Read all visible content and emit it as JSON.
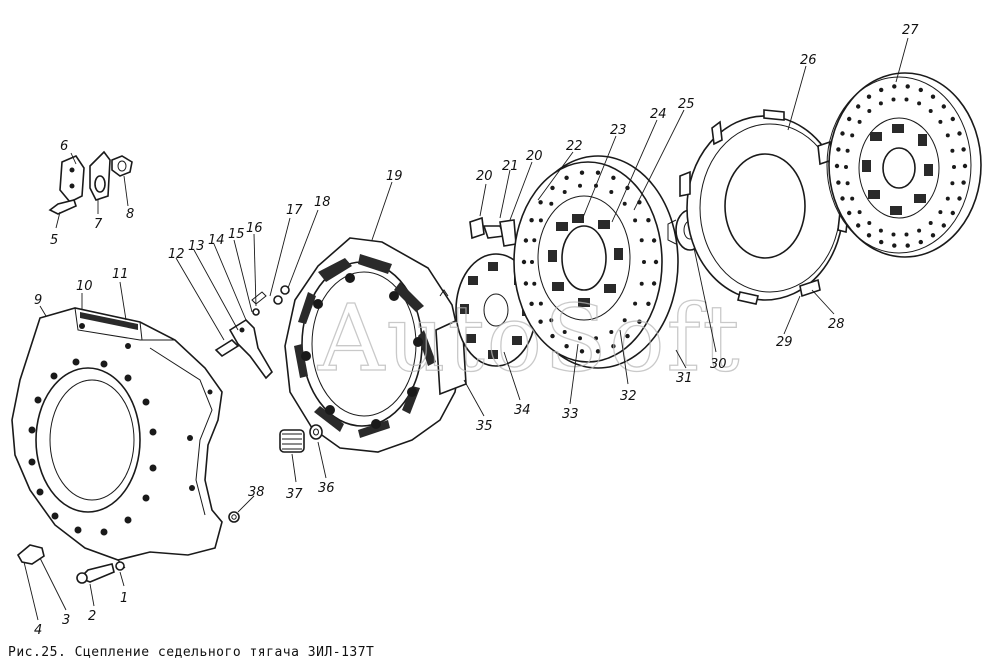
{
  "caption": "Рис.25. Сцепление седельного тягача ЗИЛ-137Т",
  "watermark": "AutoSoft",
  "labels": [
    "1",
    "2",
    "3",
    "4",
    "5",
    "6",
    "7",
    "8",
    "9",
    "10",
    "11",
    "12",
    "13",
    "14",
    "15",
    "16",
    "17",
    "18",
    "19",
    "20",
    "20",
    "21",
    "22",
    "23",
    "24",
    "25",
    "26",
    "27",
    "28",
    "29",
    "30",
    "31",
    "32",
    "33",
    "34",
    "35",
    "36",
    "37",
    "38"
  ]
}
